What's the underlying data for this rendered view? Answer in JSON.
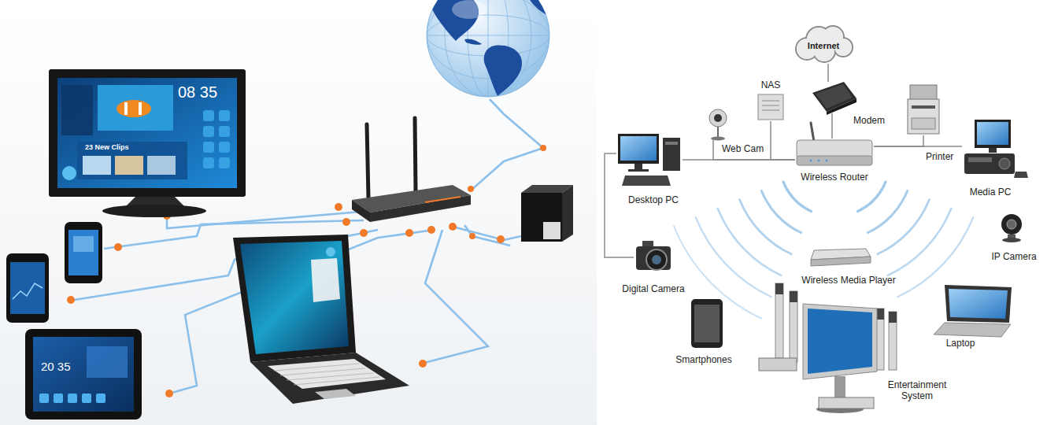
{
  "diagram": {
    "nodes": [
      {
        "text": [
          "Internet"
        ]
      },
      {
        "text": [
          "NAS"
        ]
      },
      {
        "text": [
          "Modem"
        ]
      },
      {
        "text": [
          "Web Cam"
        ]
      },
      {
        "text": [
          "Printer"
        ]
      },
      {
        "text": [
          "Desktop PC"
        ]
      },
      {
        "text": [
          "Wireless Router"
        ]
      },
      {
        "text": [
          "Media PC"
        ]
      },
      {
        "text": [
          "IP Camera"
        ]
      },
      {
        "text": [
          "Digital Camera"
        ]
      },
      {
        "text": [
          "Wireless Media Player"
        ]
      },
      {
        "text": [
          "Smartphones"
        ]
      },
      {
        "text": [
          "Laptop"
        ]
      },
      {
        "text": [
          "Entertainment System"
        ]
      }
    ],
    "edges": [
      {
        "from": 0,
        "to": 2,
        "arrow": "none"
      },
      {
        "from": 2,
        "to": 6,
        "arrow": "none"
      },
      {
        "from": 5,
        "to": 6,
        "arrow": "none"
      },
      {
        "from": 3,
        "to": 6,
        "arrow": "none"
      },
      {
        "from": 1,
        "to": 6,
        "arrow": "none"
      },
      {
        "from": 6,
        "to": 4,
        "arrow": "none"
      },
      {
        "from": 6,
        "to": 7,
        "arrow": "none"
      },
      {
        "from": 5,
        "to": 9,
        "arrow": "none"
      }
    ],
    "labels": [
      "08 35",
      "23 New Clips",
      "20 35"
    ]
  }
}
